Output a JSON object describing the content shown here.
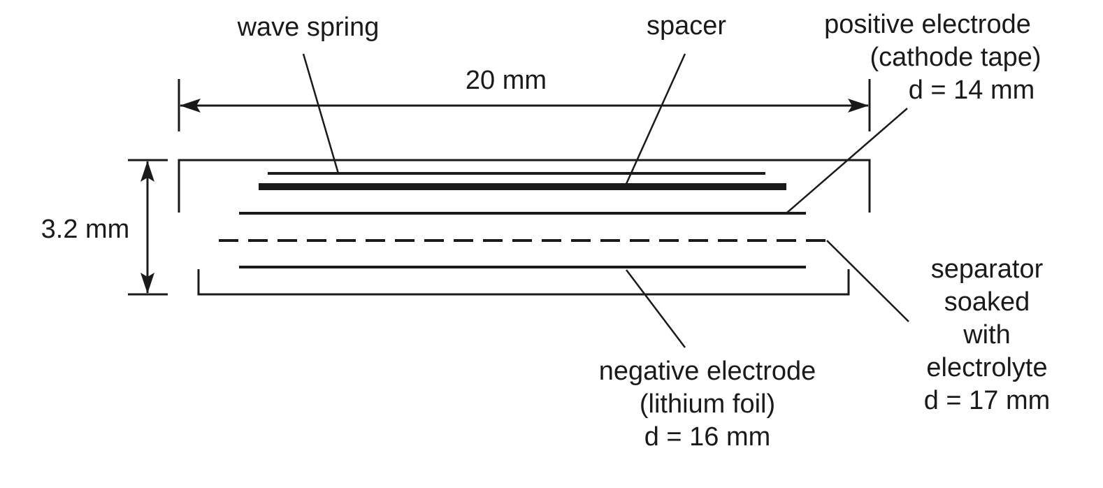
{
  "labels": {
    "wave_spring": "wave spring",
    "spacer": "spacer",
    "positive_electrode": [
      "positive electrode",
      "(cathode tape)",
      "d = 14 mm"
    ],
    "width_dimension": "20 mm",
    "height_dimension": "3.2 mm",
    "separator": [
      "separator",
      "soaked",
      "with",
      "electrolyte",
      "d = 17 mm"
    ],
    "negative_electrode": [
      "negative electrode",
      "(lithium foil)",
      "d = 16 mm"
    ]
  }
}
